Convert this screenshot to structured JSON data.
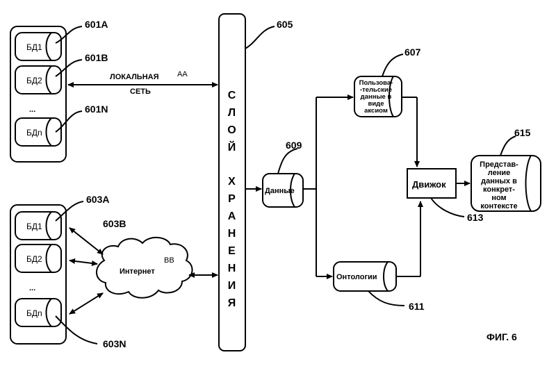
{
  "figure_label": "ФИГ. 6",
  "local_group": {
    "dbs": [
      "БД1",
      "БД2",
      "БДn"
    ],
    "ellipsis": "...",
    "refs": [
      "601A",
      "601B",
      "601N"
    ]
  },
  "internet_group": {
    "dbs": [
      "БД1",
      "БД2",
      "БДn"
    ],
    "ellipsis": "...",
    "refs": [
      "603A",
      "603B",
      "603N"
    ]
  },
  "local_network": {
    "line1": "ЛОКАЛЬНАЯ",
    "line2": "СЕТЬ",
    "tag": "AA"
  },
  "internet": {
    "label": "Интернет",
    "tag": "BB"
  },
  "storage_layer": {
    "ref": "605",
    "letters": [
      "С",
      "Л",
      "О",
      "Й",
      "Х",
      "Р",
      "А",
      "Н",
      "Е",
      "Н",
      "И",
      "Я"
    ]
  },
  "data_node": {
    "label": "Данные",
    "ref": "609"
  },
  "axioms_node": {
    "lines": [
      "Пользова-",
      "-тельские",
      "данные в",
      "виде",
      "аксиом"
    ],
    "ref": "607"
  },
  "ontology_node": {
    "label": "Онтологии",
    "ref": "611"
  },
  "engine_node": {
    "label": "Движок",
    "ref": "613"
  },
  "output_node": {
    "lines": [
      "Представ-",
      "ление",
      "данных в",
      "конкрет-",
      "ном",
      "контексте"
    ],
    "ref": "615"
  }
}
